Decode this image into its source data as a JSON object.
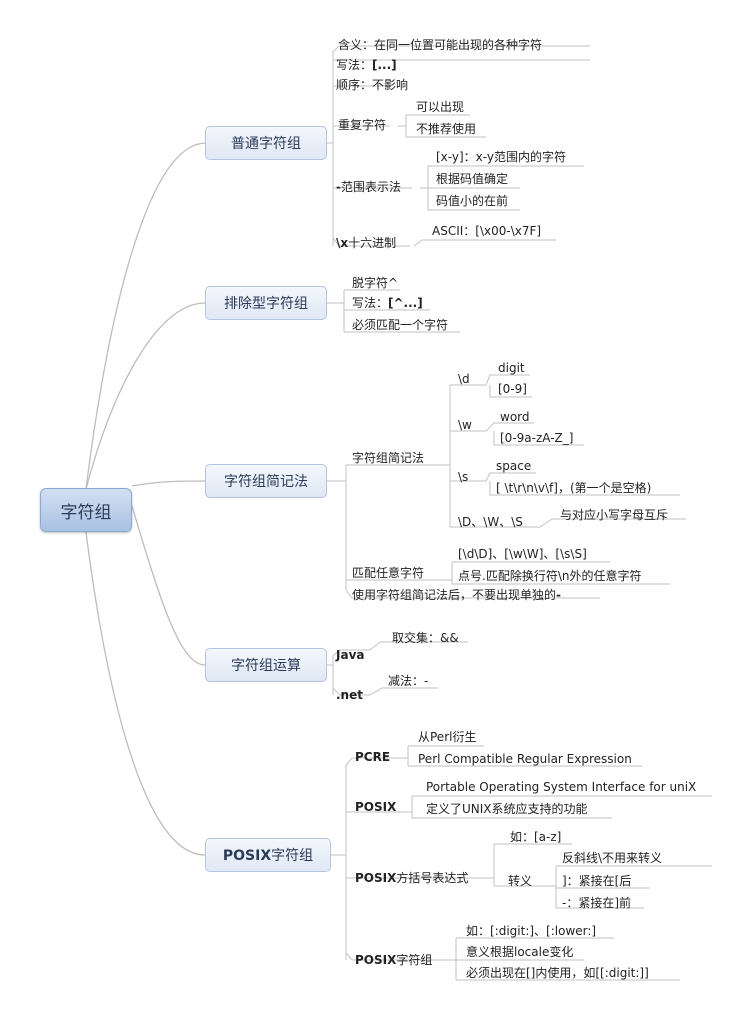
{
  "root": "字符组",
  "colors": {
    "line": "#bdbdbd",
    "root_fill": "#b8cce8",
    "node_fill": "#e6edf8"
  },
  "branches": {
    "normal": {
      "title": "普通字符组",
      "meaning": "含义：在同一位置可能出现的各种字符",
      "syntax_label": "写法：",
      "syntax_value": "[...]",
      "order": "顺序：不影响",
      "repeat": "重复字符",
      "repeat_allowed": "可以出现",
      "repeat_not_recommended": "不推荐使用",
      "range_prefix": "-",
      "range_label": "范围表示法",
      "range_items": [
        "[x-y]：x-y范围内的字符",
        "根据码值确定",
        "码值小的在前"
      ],
      "hex_prefix": "\\x",
      "hex_label": "十六进制",
      "hex_item": "ASCII：[\\x00-\\x7F]"
    },
    "negated": {
      "title": "排除型字符组",
      "caret": "脱字符^",
      "syntax_label": "写法：",
      "syntax_value": "[^...]",
      "must_match": "必须匹配一个字符"
    },
    "shorthand": {
      "title": "字符组简记法",
      "group_label": "字符组简记法",
      "items": [
        {
          "key": "\\d",
          "name": "digit",
          "value": "[0-9]"
        },
        {
          "key": "\\w",
          "name": "word",
          "value": "[0-9a-zA-Z_]"
        },
        {
          "key": "\\s",
          "name": "space",
          "value": "[ \\t\\r\\n\\v\\f]，(第一个是空格)"
        }
      ],
      "upper_key": "\\D、\\W、\\S",
      "upper_desc": "与对应小写字母互斥",
      "any_label": "匹配任意字符",
      "any_items": [
        "[\\d\\D]、[\\w\\W]、[\\s\\S]",
        "点号.匹配除换行符\\n外的任意字符"
      ],
      "note_prefix": "使用字符组简记法后，不要出现单独的",
      "note_suffix": "-"
    },
    "ops": {
      "title": "字符组运算",
      "java": "Java",
      "java_item": "取交集：&&",
      "net": ".net",
      "net_item": "减法：-"
    },
    "posix": {
      "title_bold": "POSIX",
      "title_rest": "字符组",
      "pcre": "PCRE",
      "pcre_items": [
        "从Perl衍生",
        "Perl Compatible Regular Expression"
      ],
      "posix": "POSIX",
      "posix_items": [
        "Portable Operating System Interface for uniX",
        "定义了UNIX系统应支持的功能"
      ],
      "bracket_bold": "POSIX",
      "bracket_rest": "方括号表达式",
      "bracket_example": "如：[a-z]",
      "escape": "转义",
      "escape_items": [
        "反斜线\\不用来转义",
        "]：紧接在[后",
        "-：紧接在]前"
      ],
      "class_bold": "POSIX",
      "class_rest": "字符组",
      "class_items": [
        "如：[:digit:]、[:lower:]",
        "意义根据locale变化",
        "必须出现在[]内使用，如[[:digit:]]"
      ]
    }
  }
}
